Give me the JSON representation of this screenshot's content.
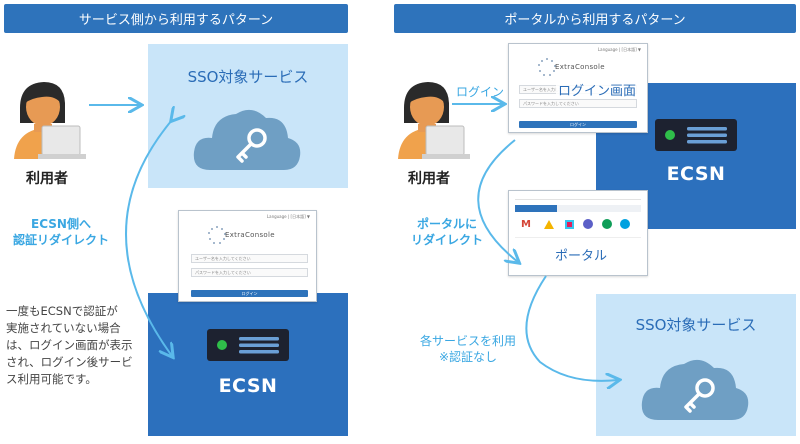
{
  "left": {
    "header": "サービス側から利用するパターン",
    "user_label": "利用者",
    "sso_title": "SSO対象サービス",
    "redirect_label_1": "ECSN側へ",
    "redirect_label_2": "認証リダイレクト",
    "note_lines": [
      "一度もECSNで認証が",
      "実施されていない場合",
      "は、ログイン画面が表示",
      "され、ログイン後サービ",
      "ス利用可能です。"
    ],
    "ecsn_label": "ECSN",
    "login_screen": {
      "language": "Language | [日本語] ▼",
      "logo": "ExtraConsole",
      "user_placeholder": "ユーザー名を入力してください",
      "password_placeholder": "パスワードを入力してください",
      "button": "ログイン"
    }
  },
  "right": {
    "header": "ポータルから利用するパターン",
    "user_label": "利用者",
    "login_arrow_label": "ログイン",
    "login_screen_title": "ログイン画面",
    "login_screen": {
      "language": "Language | [日本語] ▼",
      "logo": "ExtraConsole",
      "user_placeholder": "ユーザー名を入力してください",
      "password_placeholder": "パスワードを入力してください",
      "button": "ログイン"
    },
    "ecsn_label": "ECSN",
    "redirect_label_1": "ポータルに",
    "redirect_label_2": "リダイレクト",
    "portal_label": "ポータル",
    "use_label_1": "各サービスを利用",
    "use_label_2": "※認証なし",
    "sso_title": "SSO対象サービス"
  },
  "colors": {
    "header_bg": "#2e73bb",
    "light_box": "#c9e5f9",
    "dark_box": "#2c70bd",
    "arrow": "#5ab9ea",
    "cloud": "#6f9fc4",
    "server": "#1d2230",
    "led": "#2fbf4a"
  },
  "icons": {
    "user": "person-with-laptop-icon",
    "cloud": "cloud-key-icon",
    "server": "server-icon"
  }
}
